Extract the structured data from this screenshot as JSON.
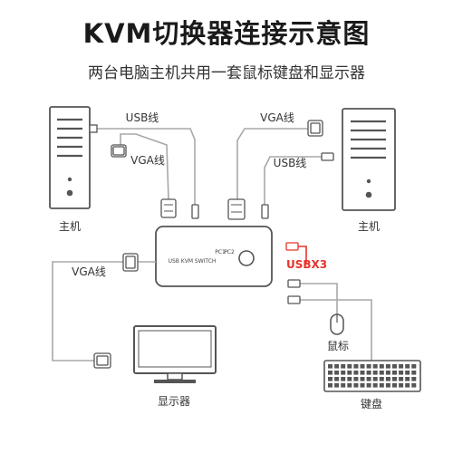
{
  "title": "KVM切换器连接示意图",
  "subtitle": "两台电脑主机共用一套鼠标键盘和显示器",
  "labels": {
    "usb_left": "USB线",
    "vga_left": "VGA线",
    "vga_right": "VGA线",
    "usb_right": "USB线",
    "host_left": "主机",
    "host_right": "主机",
    "vga_bottom": "VGA线",
    "usbx3": "USBX3",
    "mouse": "鼠标",
    "keyboard": "键盘",
    "monitor": "显示器",
    "switch_name": "USB KVM SWITCH",
    "pc1": "PC1",
    "pc2": "PC2"
  },
  "colors": {
    "wire": "#a8a8a8",
    "accent": "#e8332a",
    "outline": "#555555"
  }
}
